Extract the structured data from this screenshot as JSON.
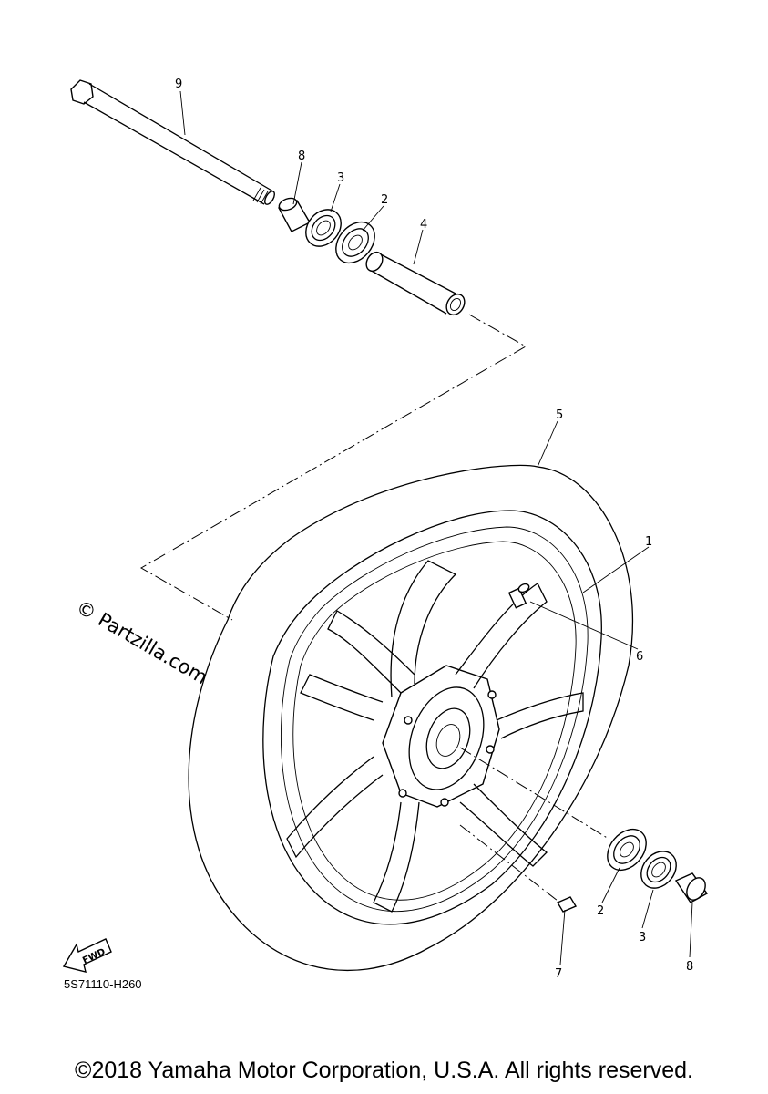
{
  "watermark": "© Partzilla.com",
  "fwd_label": "FWD",
  "diagram_code": "5S71110-H260",
  "copyright": "©2018 Yamaha Motor Corporation, U.S.A. All rights reserved.",
  "callouts": {
    "c1": "1",
    "c2a": "2",
    "c2b": "2",
    "c3a": "3",
    "c3b": "3",
    "c4": "4",
    "c5": "5",
    "c6": "6",
    "c7": "7",
    "c8a": "8",
    "c8b": "8",
    "c9": "9"
  }
}
